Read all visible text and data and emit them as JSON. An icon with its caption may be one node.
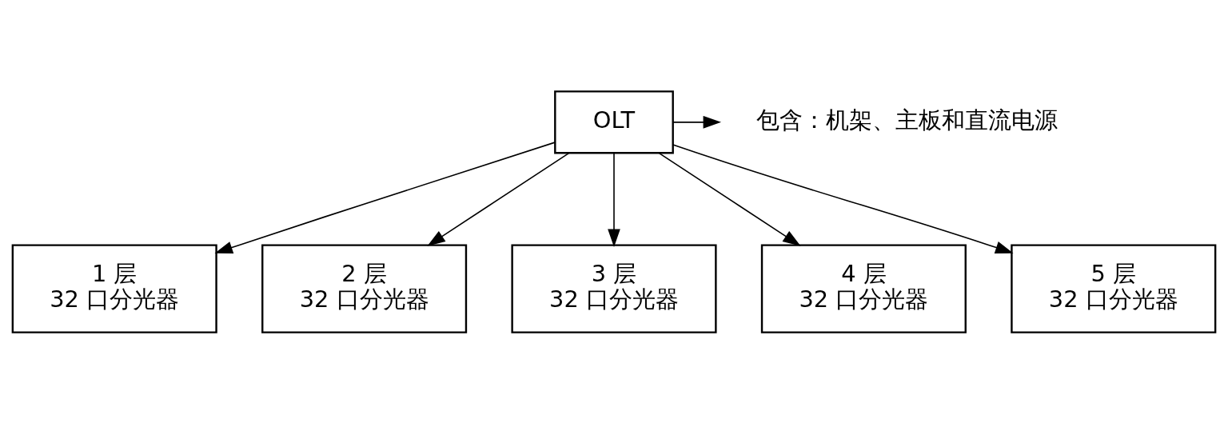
{
  "diagram": {
    "nodes": [
      {
        "text": [
          "OLT"
        ]
      },
      {
        "text": [
          "1 层",
          "32 口分光器"
        ]
      },
      {
        "text": [
          "2 层",
          "32 口分光器"
        ]
      },
      {
        "text": [
          "3 层",
          "32 口分光器"
        ]
      },
      {
        "text": [
          "4 层",
          "32 口分光器"
        ]
      },
      {
        "text": [
          "5 层",
          "32 口分光器"
        ]
      },
      {
        "text": [
          "包含：机架、主板和直流电源"
        ]
      }
    ],
    "edges": [
      {
        "from": 0,
        "to": 6,
        "arrow": "to"
      },
      {
        "from": 0,
        "to": 1,
        "arrow": "to"
      },
      {
        "from": 0,
        "to": 2,
        "arrow": "to"
      },
      {
        "from": 0,
        "to": 3,
        "arrow": "to"
      },
      {
        "from": 0,
        "to": 4,
        "arrow": "to"
      },
      {
        "from": 0,
        "to": 5,
        "arrow": "to"
      }
    ]
  }
}
